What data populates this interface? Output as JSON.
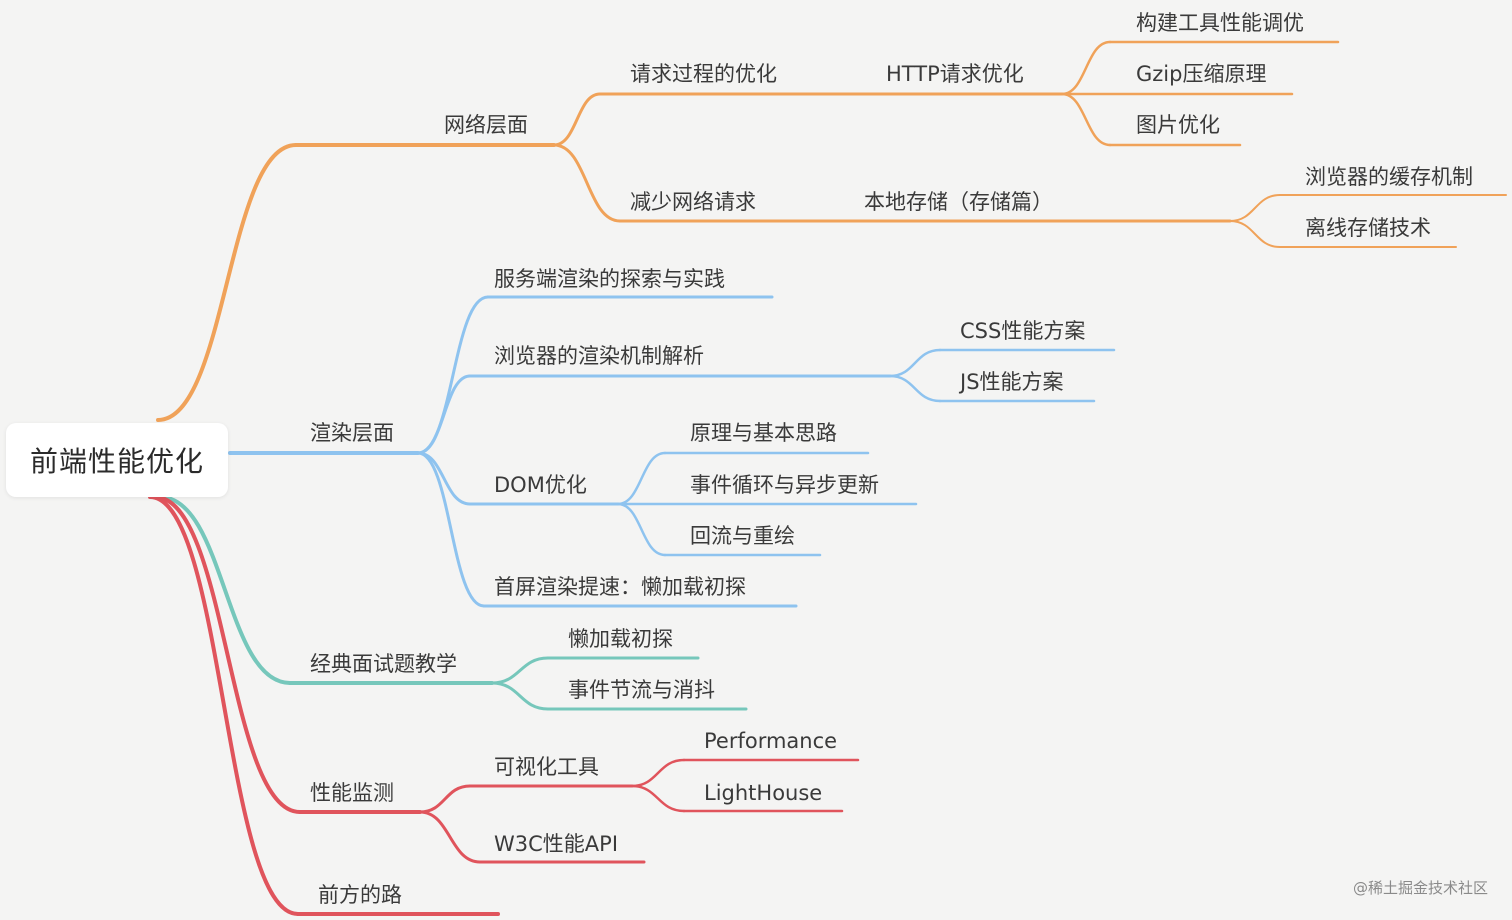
{
  "colors": {
    "orange": "#f0a259",
    "blue": "#8ec3ef",
    "teal": "#76c7bb",
    "red": "#e0545c"
  },
  "root": {
    "label": "前端性能优化"
  },
  "nodes": {
    "network": "网络层面",
    "req_process": "请求过程的优化",
    "http_opt": "HTTP请求优化",
    "build_tools": "构建工具性能调优",
    "gzip": "Gzip压缩原理",
    "img_opt": "图片优化",
    "reduce_req": "减少网络请求",
    "local_storage": "本地存储（存储篇）",
    "browser_cache": "浏览器的缓存机制",
    "offline_storage": "离线存储技术",
    "render": "渲染层面",
    "ssr": "服务端渲染的探索与实践",
    "browser_render": "浏览器的渲染机制解析",
    "css_perf": "CSS性能方案",
    "js_perf": "JS性能方案",
    "dom_opt": "DOM优化",
    "principles": "原理与基本思路",
    "event_loop": "事件循环与异步更新",
    "reflow": "回流与重绘",
    "first_screen": "首屏渲染提速：懒加载初探",
    "interview": "经典面试题教学",
    "lazyload": "懒加载初探",
    "throttle": "事件节流与消抖",
    "monitor": "性能监测",
    "visual_tools": "可视化工具",
    "performance": "Performance",
    "lighthouse": "LightHouse",
    "w3c_api": "W3C性能API",
    "road_ahead": "前方的路"
  },
  "watermark": "@稀土掘金技术社区"
}
